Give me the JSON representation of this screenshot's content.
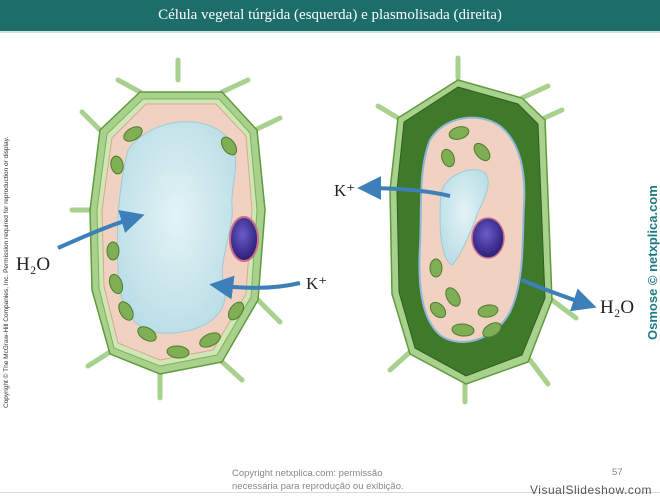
{
  "header": {
    "title": "Célula vegetal túrgida (esquerda) e plasmolisada (direita)"
  },
  "copyright_side": "Copyright © The McGraw-Hill Companies, Inc. Permission required for reproduction or display.",
  "side_label": "Osmose © netxplica.com",
  "labels": {
    "left_h2o": "H₂O",
    "left_k": "K⁺",
    "right_k": "K⁺",
    "right_h2o": "H₂O"
  },
  "footer": {
    "note_line1": "Copyright netxplica.com: permissão",
    "note_line2": "necessária para reprodução ou exibição.",
    "page_number": "57",
    "watermark": "VisualSlideshow.com"
  },
  "colors": {
    "header_bg": "#1d6d6a",
    "cell_wall": "#a9d18e",
    "cytoplasm": "#f1d2c2",
    "vacuole": "#cfe9ef",
    "nucleus": "#3b2d8f",
    "chloroplast": "#7fae54",
    "plasmolysis_space": "#3f7a2a",
    "arrow": "#3d7fb8"
  }
}
